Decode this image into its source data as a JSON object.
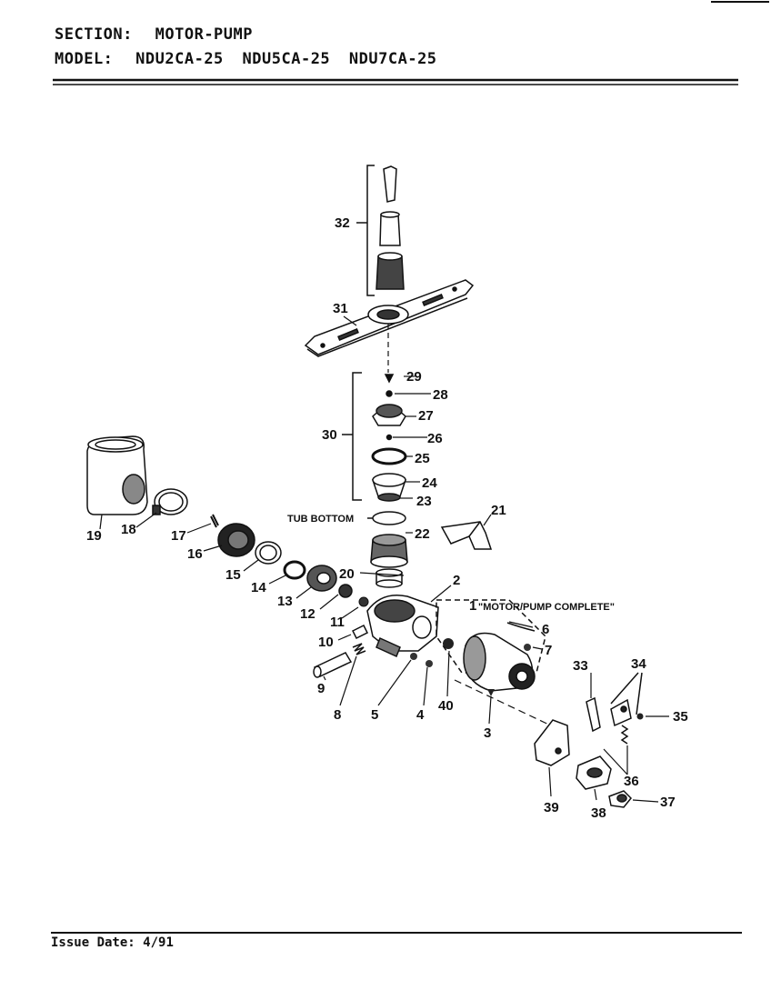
{
  "header": {
    "section_label": "SECTION:",
    "section_value": "MOTOR-PUMP",
    "model_label": "MODEL:",
    "models": [
      "NDU2CA-25",
      "NDU5CA-25",
      "NDU7CA-25"
    ]
  },
  "callouts": [
    "1",
    "2",
    "3",
    "4",
    "5",
    "6",
    "7",
    "8",
    "9",
    "10",
    "11",
    "12",
    "13",
    "14",
    "15",
    "16",
    "17",
    "18",
    "19",
    "20",
    "21",
    "22",
    "23",
    "24",
    "25",
    "26",
    "27",
    "28",
    "29",
    "30",
    "31",
    "32",
    "33",
    "34",
    "35",
    "36",
    "37",
    "38",
    "39",
    "40"
  ],
  "annotations": {
    "tub_bottom": "TUB BOTTOM",
    "motor_pump_complete": "\"MOTOR/PUMP COMPLETE\""
  },
  "footer": {
    "issue_label": "Issue Date:",
    "issue_value": "4/91"
  }
}
